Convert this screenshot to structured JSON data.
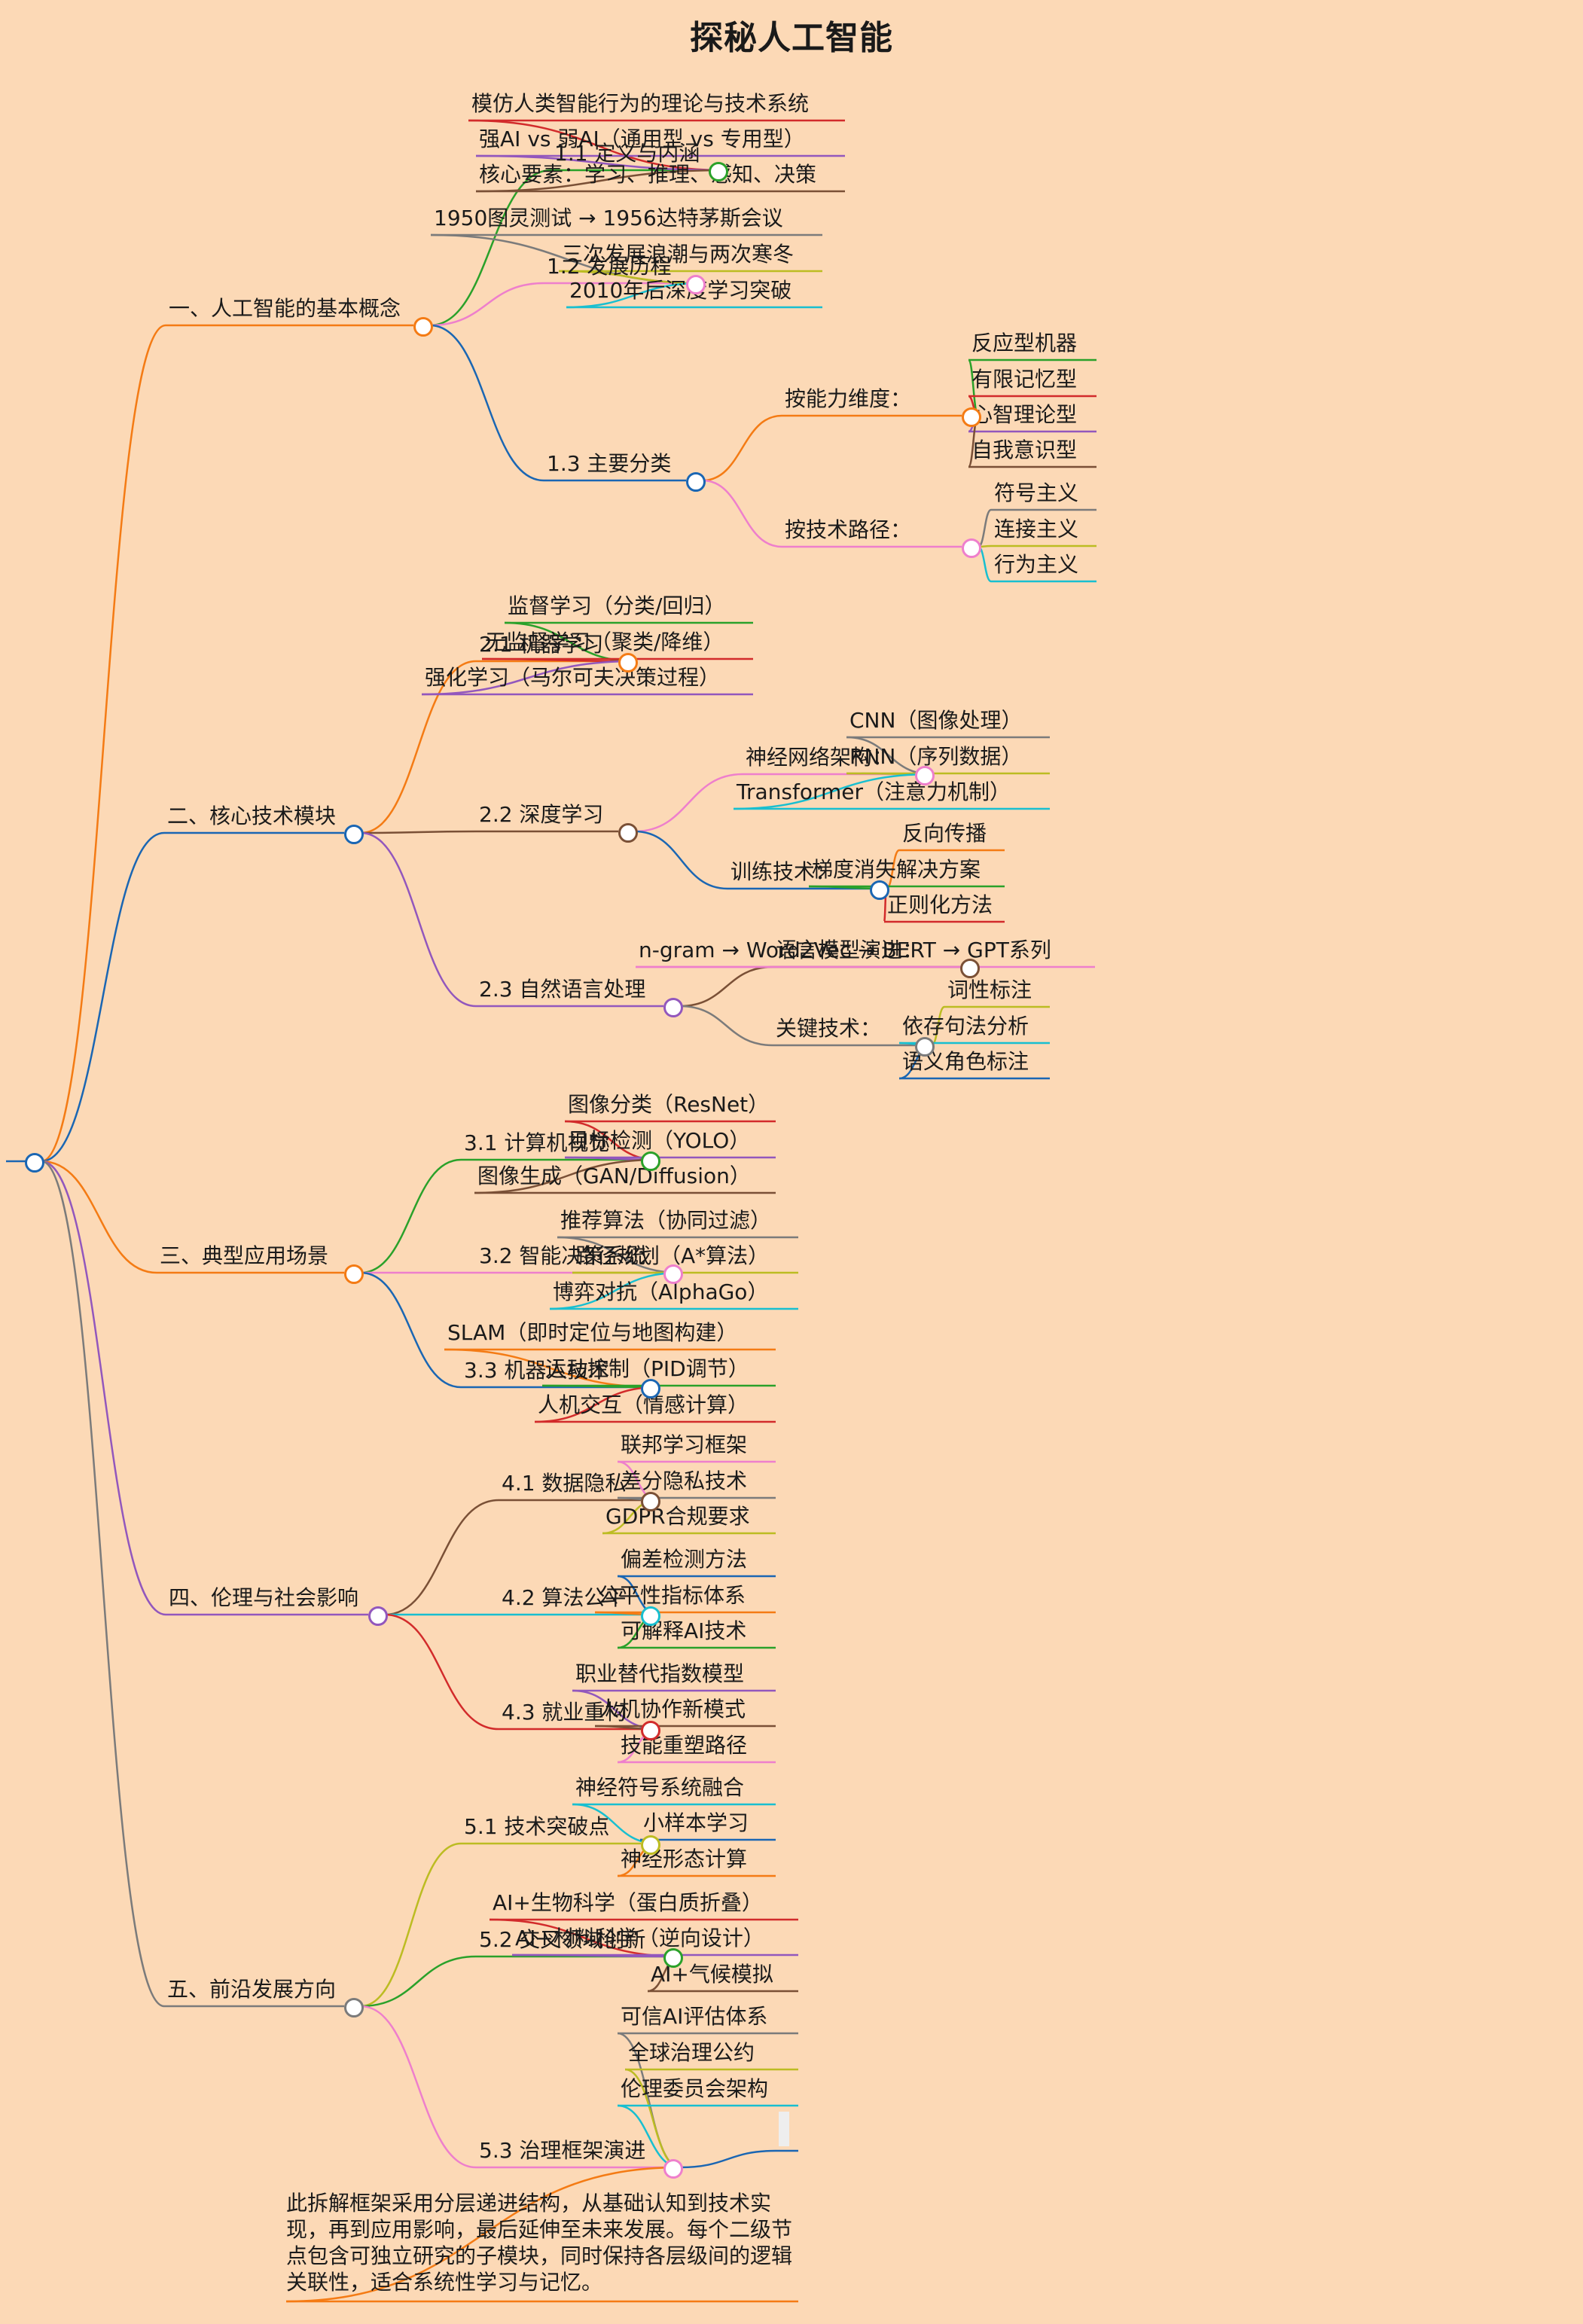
{
  "title": "探秘人工智能",
  "colors": {
    "background": "#fcd9b6",
    "branch_palette": [
      "#f47b14",
      "#1a66b3",
      "#ee7fcc",
      "#2aa12a",
      "#d22b2b",
      "#9257bd",
      "#7a5036",
      "#7b7b7b",
      "#bcbc22",
      "#18bfd0"
    ]
  },
  "tree": {
    "label": "",
    "children": [
      {
        "label": "一、人工智能的基本概念",
        "children": [
          {
            "label": "1.1 定义与内涵",
            "children": [
              {
                "label": "模仿人类智能行为的理论与技术系统"
              },
              {
                "label": "强AI vs 弱AI（通用型 vs 专用型）"
              },
              {
                "label": "核心要素：学习、推理、感知、决策"
              }
            ]
          },
          {
            "label": "1.2 发展历程",
            "children": [
              {
                "label": "1950图灵测试 → 1956达特茅斯会议"
              },
              {
                "label": "三次发展浪潮与两次寒冬"
              },
              {
                "label": "2010年后深度学习突破"
              }
            ]
          },
          {
            "label": "1.3 主要分类",
            "children": [
              {
                "label": "按能力维度：",
                "children": [
                  {
                    "label": "反应型机器"
                  },
                  {
                    "label": "有限记忆型"
                  },
                  {
                    "label": "心智理论型"
                  },
                  {
                    "label": "自我意识型"
                  }
                ]
              },
              {
                "label": "按技术路径：",
                "children": [
                  {
                    "label": "符号主义"
                  },
                  {
                    "label": "连接主义"
                  },
                  {
                    "label": "行为主义"
                  }
                ]
              }
            ]
          }
        ]
      },
      {
        "label": "二、核心技术模块",
        "children": [
          {
            "label": "2.1 机器学习",
            "children": [
              {
                "label": "监督学习（分类/回归）"
              },
              {
                "label": "无监督学习（聚类/降维）"
              },
              {
                "label": "强化学习（马尔可夫决策过程）"
              }
            ]
          },
          {
            "label": "2.2 深度学习",
            "children": [
              {
                "label": "神经网络架构：",
                "children": [
                  {
                    "label": "CNN（图像处理）"
                  },
                  {
                    "label": "RNN（序列数据）"
                  },
                  {
                    "label": "Transformer（注意力机制）"
                  }
                ]
              },
              {
                "label": "训练技术：",
                "children": [
                  {
                    "label": "反向传播"
                  },
                  {
                    "label": "梯度消失解决方案"
                  },
                  {
                    "label": "正则化方法"
                  }
                ]
              }
            ]
          },
          {
            "label": "2.3 自然语言处理",
            "children": [
              {
                "label": "语言模型演进：",
                "children": [
                  {
                    "label": "n-gram → Word2Vec → BERT → GPT系列"
                  }
                ]
              },
              {
                "label": "关键技术：",
                "children": [
                  {
                    "label": "词性标注"
                  },
                  {
                    "label": "依存句法分析"
                  },
                  {
                    "label": "语义角色标注"
                  }
                ]
              }
            ]
          }
        ]
      },
      {
        "label": "三、典型应用场景",
        "children": [
          {
            "label": "3.1 计算机视觉",
            "children": [
              {
                "label": "图像分类（ResNet）"
              },
              {
                "label": "目标检测（YOLO）"
              },
              {
                "label": "图像生成（GAN/Diffusion）"
              }
            ]
          },
          {
            "label": "3.2 智能决策系统",
            "children": [
              {
                "label": "推荐算法（协同过滤）"
              },
              {
                "label": "路径规划（A*算法）"
              },
              {
                "label": "博弈对抗（AlphaGo）"
              }
            ]
          },
          {
            "label": "3.3 机器人技术",
            "children": [
              {
                "label": "SLAM（即时定位与地图构建）"
              },
              {
                "label": "运动控制（PID调节）"
              },
              {
                "label": "人机交互（情感计算）"
              }
            ]
          }
        ]
      },
      {
        "label": "四、伦理与社会影响",
        "children": [
          {
            "label": "4.1 数据隐私",
            "children": [
              {
                "label": "联邦学习框架"
              },
              {
                "label": "差分隐私技术"
              },
              {
                "label": "GDPR合规要求"
              }
            ]
          },
          {
            "label": "4.2 算法公平",
            "children": [
              {
                "label": "偏差检测方法"
              },
              {
                "label": "公平性指标体系"
              },
              {
                "label": "可解释AI技术"
              }
            ]
          },
          {
            "label": "4.3 就业重构",
            "children": [
              {
                "label": "职业替代指数模型"
              },
              {
                "label": "人机协作新模式"
              },
              {
                "label": "技能重塑路径"
              }
            ]
          }
        ]
      },
      {
        "label": "五、前沿发展方向",
        "children": [
          {
            "label": "5.1 技术突破点",
            "children": [
              {
                "label": "神经符号系统融合"
              },
              {
                "label": "小样本学习"
              },
              {
                "label": "神经形态计算"
              }
            ]
          },
          {
            "label": "5.2 交叉领域创新",
            "children": [
              {
                "label": "AI+生物科学（蛋白质折叠）"
              },
              {
                "label": "AI+材料科学（逆向设计）"
              },
              {
                "label": "AI+气候模拟"
              }
            ]
          },
          {
            "label": "5.3 治理框架演进",
            "children": [
              {
                "label": "可信AI评估体系"
              },
              {
                "label": "全球治理公约"
              },
              {
                "label": "伦理委员会架构"
              },
              {
                "label": ""
              },
              {
                "label": "此拆解框架采用分层递进结构，从基础认知到技术实现，再到应用影响，最后延伸至未来发展。每个二级节点包含可独立研究的子模块，同时保持各层级间的逻辑关联性，适合系统性学习与记忆。"
              }
            ]
          }
        ]
      }
    ]
  }
}
